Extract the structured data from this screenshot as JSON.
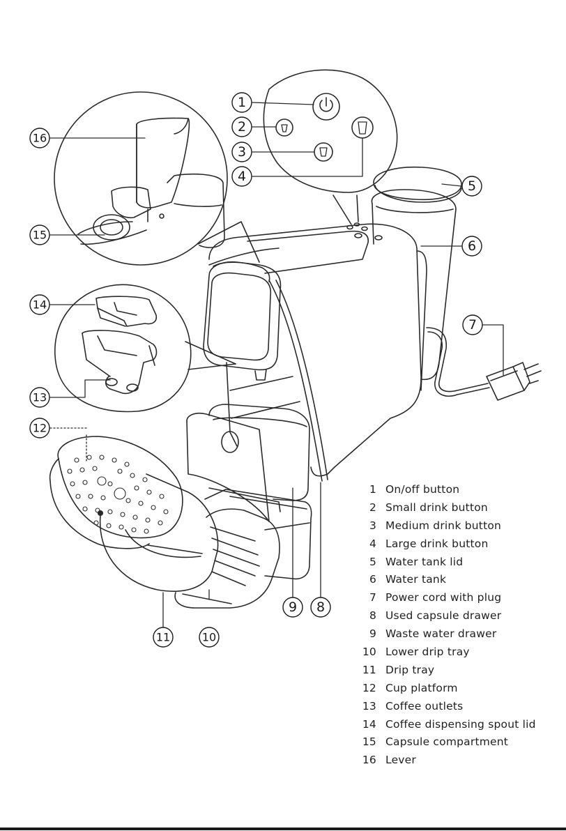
{
  "callouts": [
    "1",
    "2",
    "3",
    "4",
    "5",
    "6",
    "7",
    "8",
    "9",
    "10",
    "11",
    "12",
    "13",
    "14",
    "15",
    "16"
  ],
  "legend": [
    {
      "num": "1",
      "label": "On/off button"
    },
    {
      "num": "2",
      "label": "Small drink button"
    },
    {
      "num": "3",
      "label": "Medium drink button"
    },
    {
      "num": "4",
      "label": "Large drink button"
    },
    {
      "num": "5",
      "label": "Water tank lid"
    },
    {
      "num": "6",
      "label": "Water tank"
    },
    {
      "num": "7",
      "label": "Power cord with plug"
    },
    {
      "num": "8",
      "label": "Used capsule drawer"
    },
    {
      "num": "9",
      "label": "Waste water drawer"
    },
    {
      "num": "10",
      "label": "Lower drip tray"
    },
    {
      "num": "11",
      "label": "Drip tray"
    },
    {
      "num": "12",
      "label": "Cup platform"
    },
    {
      "num": "13",
      "label": "Coffee outlets"
    },
    {
      "num": "14",
      "label": "Coffee dispensing spout lid"
    },
    {
      "num": "15",
      "label": "Capsule compartment"
    },
    {
      "num": "16",
      "label": "Lever"
    }
  ]
}
